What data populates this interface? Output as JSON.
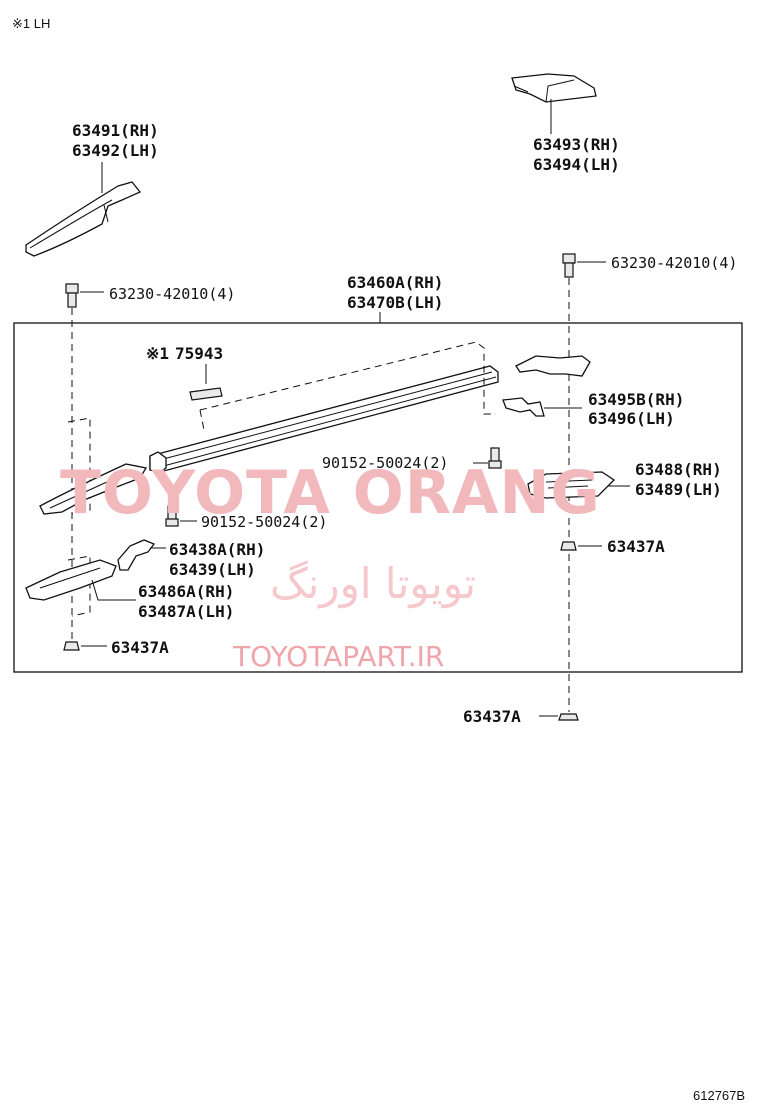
{
  "header_note": "※1 LH",
  "diagram_code": "612767B",
  "watermark": {
    "brand": "TOYOTA ORANG",
    "persian": "تویوتا اورنگ",
    "url": "TOYOTAPART.IR"
  },
  "callouts": {
    "c63491": [
      "63491(RH)",
      "63492(LH)"
    ],
    "c63493": [
      "63493(RH)",
      "63494(LH)"
    ],
    "bolt_left": "63230-42010(4)",
    "bolt_right": "63230-42010(4)",
    "c63460": [
      "63460A(RH)",
      "63470B(LH)"
    ],
    "c75943": [
      "※1",
      "75943"
    ],
    "c63495": [
      "63495B(RH)",
      "63496(LH)"
    ],
    "screw_right": "90152-50024(2)",
    "c63488": [
      "63488(RH)",
      "63489(LH)"
    ],
    "screw_left": "90152-50024(2)",
    "c63437_right": "63437A",
    "c63438": [
      "63438A(RH)",
      "63439(LH)"
    ],
    "c63486": [
      "63486A(RH)",
      "63487A(LH)"
    ],
    "c63437_left": "63437A",
    "c63437_bottom": "63437A"
  }
}
